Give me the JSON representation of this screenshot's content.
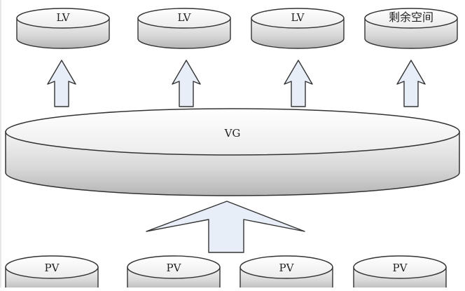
{
  "diagram": {
    "logical_volumes": [
      {
        "label": "LV"
      },
      {
        "label": "LV"
      },
      {
        "label": "LV"
      },
      {
        "label": "剩余空间"
      }
    ],
    "volume_group": {
      "label": "VG"
    },
    "physical_volumes": [
      {
        "label": "PV"
      },
      {
        "label": "PV"
      },
      {
        "label": "PV"
      },
      {
        "label": "PV"
      }
    ]
  },
  "colors": {
    "stroke": "#333333",
    "disk_top": "#f3f3f3",
    "disk_side_light": "#f4f4f4",
    "disk_side_dark": "#b5b5b5",
    "arrow_fill": "#e8eef8",
    "text": "#222222"
  }
}
